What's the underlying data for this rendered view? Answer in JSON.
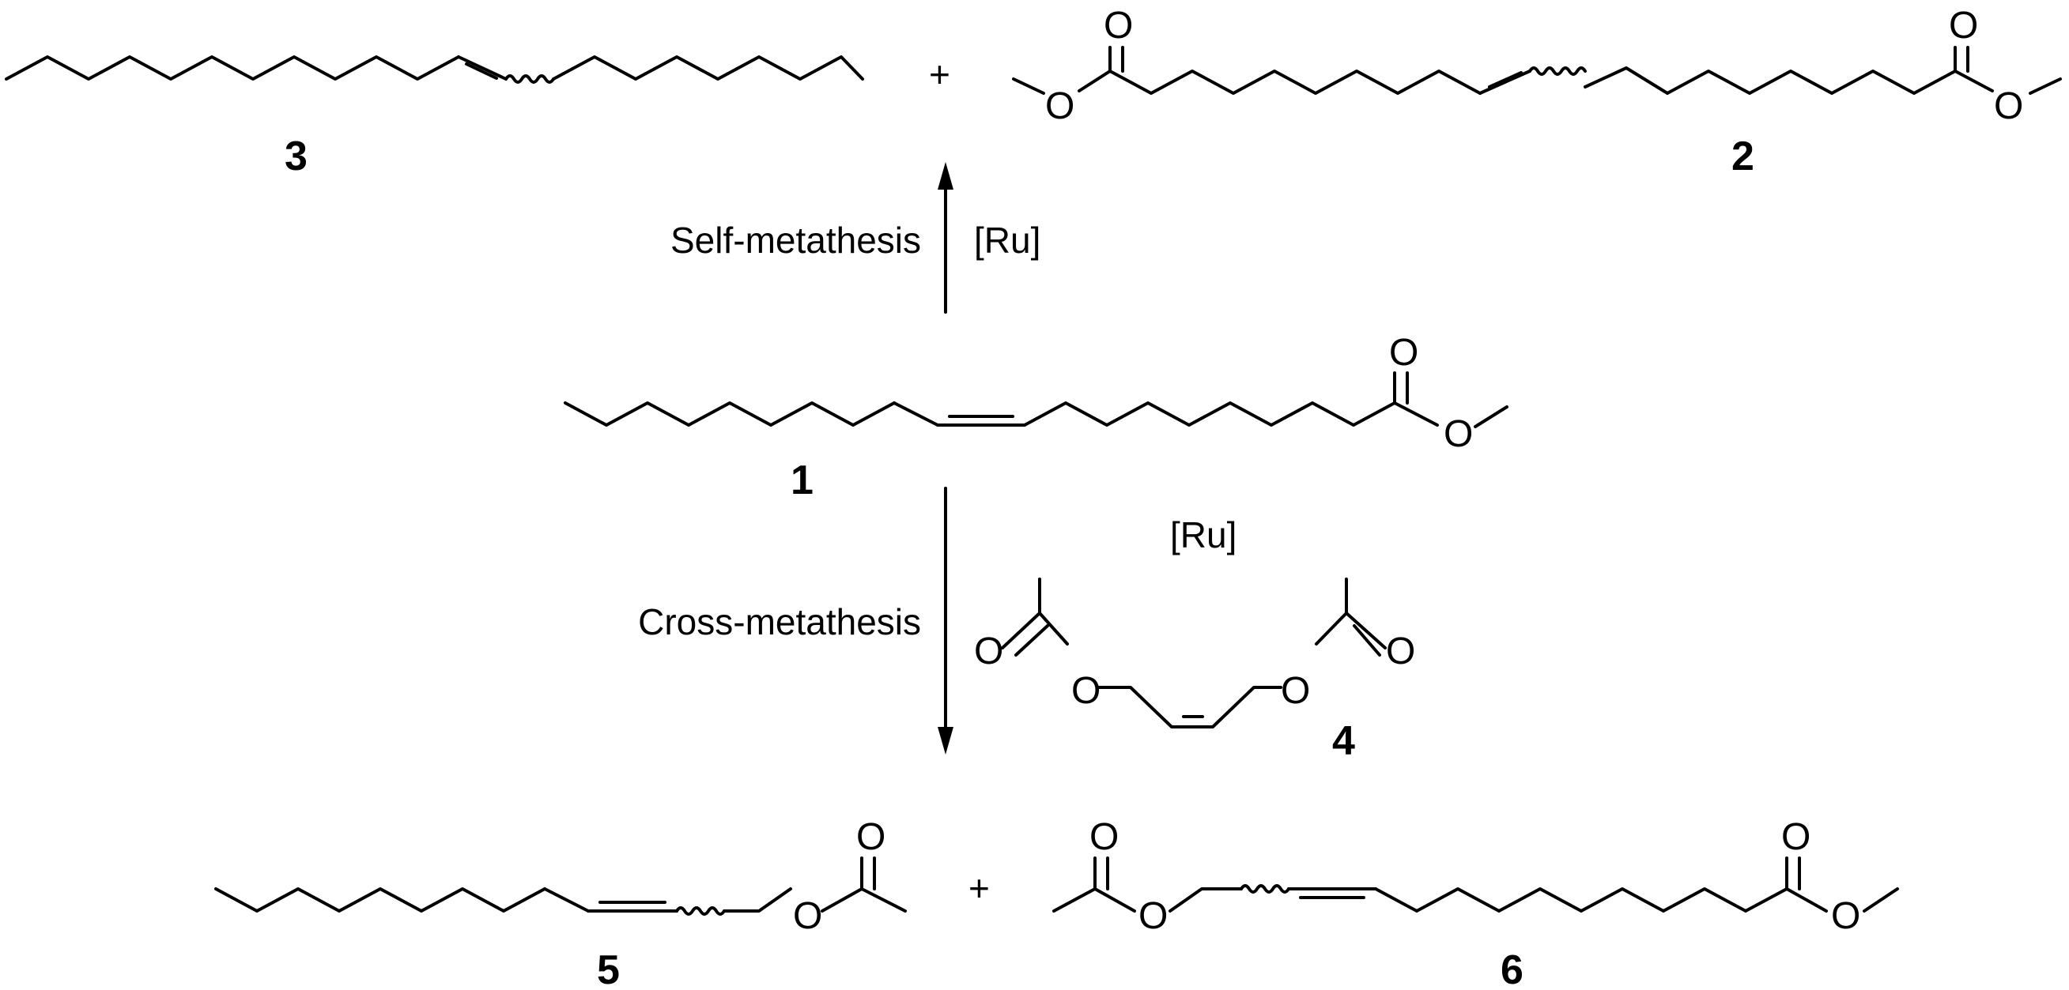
{
  "compounds": {
    "c1": {
      "label": "1",
      "atoms": {
        "o_carbonyl": "O",
        "o_ester": "O"
      }
    },
    "c2": {
      "label": "2",
      "atoms": {
        "o_left_carbonyl": "O",
        "o_left_ester": "O",
        "o_right_carbonyl": "O",
        "o_right_ester": "O"
      }
    },
    "c3": {
      "label": "3"
    },
    "c4": {
      "label": "4",
      "atoms": {
        "o_left_carbonyl": "O",
        "o_left_ester": "O",
        "o_right_carbonyl": "O",
        "o_right_ester": "O"
      }
    },
    "c5": {
      "label": "5",
      "atoms": {
        "o_carbonyl": "O",
        "o_ester": "O"
      }
    },
    "c6": {
      "label": "6",
      "atoms": {
        "o_left_carbonyl": "O",
        "o_left_ester": "O",
        "o_right_carbonyl": "O",
        "o_right_ester": "O"
      }
    }
  },
  "reactions": {
    "self": {
      "name": "Self-metathesis",
      "catalyst": "[Ru]"
    },
    "cross": {
      "name": "Cross-metathesis",
      "catalyst": "[Ru]"
    }
  },
  "operators": {
    "plus_top": "+",
    "plus_bottom": "+"
  }
}
